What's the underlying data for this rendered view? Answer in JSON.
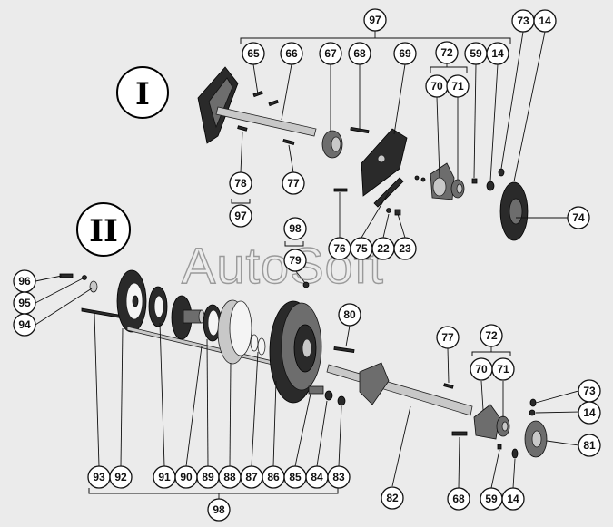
{
  "watermark": "AutoSoft",
  "groups": {
    "group1": "I",
    "group2": "II"
  },
  "callouts": {
    "c97a": "97",
    "c73a": "73",
    "c14a": "14",
    "c65": "65",
    "c66": "66",
    "c67": "67",
    "c68a": "68",
    "c69": "69",
    "c72a": "72",
    "c59a": "59",
    "c14b": "14",
    "c70a": "70",
    "c71a": "71",
    "c78": "78",
    "c97b": "97",
    "c77a": "77",
    "c74": "74",
    "c98a": "98",
    "c79": "79",
    "c76": "76",
    "c75": "75",
    "c22": "22",
    "c23": "23",
    "c96": "96",
    "c95": "95",
    "c94": "94",
    "c80": "80",
    "c77b": "77",
    "c72b": "72",
    "c70b": "70",
    "c71b": "71",
    "c73b": "73",
    "c14c": "14",
    "c81": "81",
    "c93": "93",
    "c92": "92",
    "c91": "91",
    "c90": "90",
    "c89": "89",
    "c88": "88",
    "c87": "87",
    "c86": "86",
    "c85": "85",
    "c84": "84",
    "c83": "83",
    "c82": "82",
    "c68b": "68",
    "c59b": "59",
    "c14d": "14",
    "c98b": "98"
  }
}
